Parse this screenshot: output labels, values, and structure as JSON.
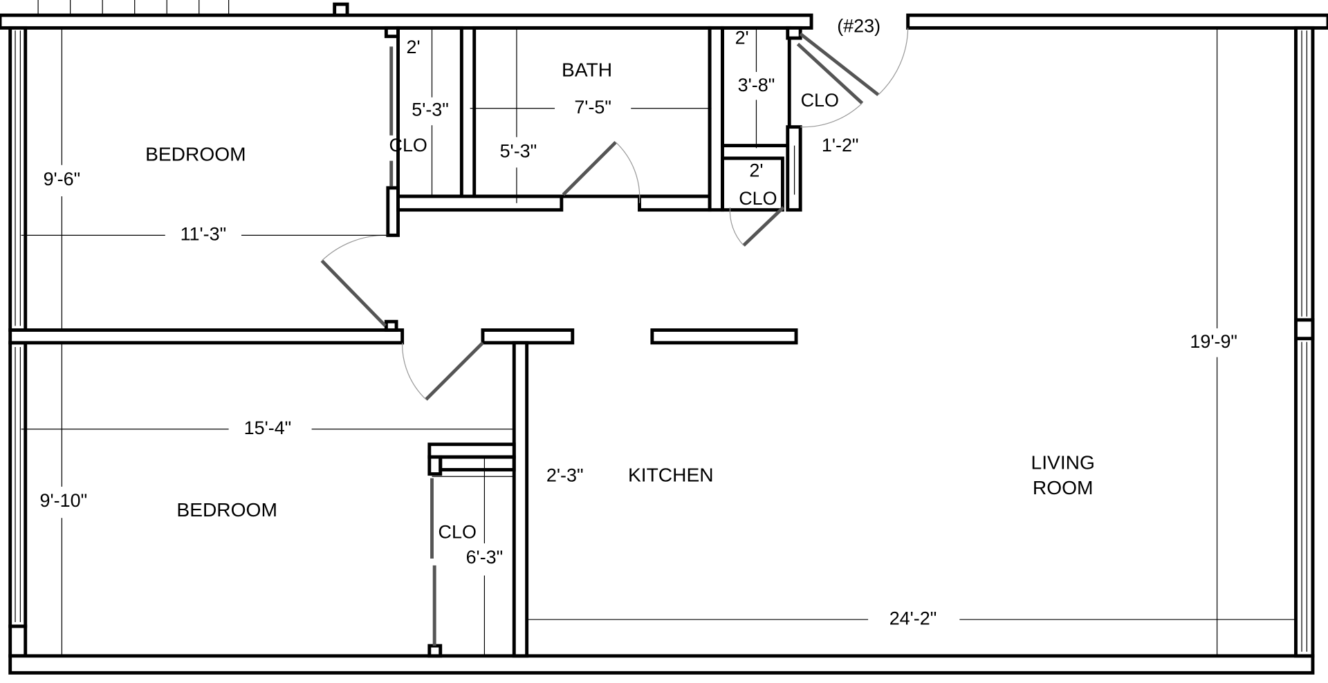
{
  "plan": {
    "unit_number": "(#23)",
    "rooms": {
      "bedroom_top": "BEDROOM",
      "bedroom_bottom": "BEDROOM",
      "bath": "BATH",
      "kitchen": "KITCHEN",
      "living_line1": "LIVING",
      "living_line2": "ROOM",
      "closet_bedroom_top": "CLO",
      "closet_hall": "CLO",
      "closet_small": "CLO",
      "closet_bedroom_bottom": "CLO"
    },
    "dimensions": {
      "bedroom_top_height": "9'-6\"",
      "bedroom_top_width": "11'-3\"",
      "closet_top_depth": "2'",
      "closet_top_length": "5'-3\"",
      "bath_width": "7'-5\"",
      "bath_depth": "5'-3\"",
      "hall_closet_depth": "2'",
      "hall_closet_length": "3'-8\"",
      "wall_gap": "1'-2\"",
      "small_closet_width": "2'",
      "bedroom_bottom_width": "15'-4\"",
      "bedroom_bottom_height": "9'-10\"",
      "closet_bottom_depth": "2'-3\"",
      "closet_bottom_length": "6'-3\"",
      "living_width": "24'-2\"",
      "living_height": "19'-9\""
    }
  }
}
